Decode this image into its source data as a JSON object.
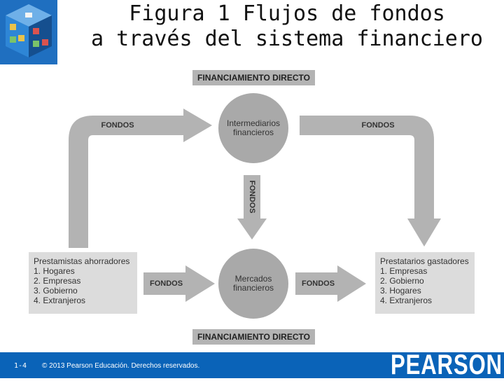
{
  "title": {
    "line1": "Figura 1  Flujos de fondos",
    "line2": "a través del sistema financiero"
  },
  "banners": {
    "top": "FINANCIAMIENTO DIRECTO",
    "bottom": "FINANCIAMIENTO DIRECTO"
  },
  "nodes": {
    "intermediarios": "Intermediarios financieros",
    "mercados": "Mercados financieros"
  },
  "arrow_labels": {
    "top_left": "FONDOS",
    "top_right": "FONDOS",
    "vertical": "FONDOS",
    "bottom_left": "FONDOS",
    "bottom_right": "FONDOS"
  },
  "lenders": {
    "heading": "Prestamistas ahorradores",
    "items": [
      "1. Hogares",
      "2. Empresas",
      "3. Gobierno",
      "4. Extranjeros"
    ]
  },
  "borrowers": {
    "heading": "Prestatarios gastadores",
    "items": [
      "1. Empresas",
      "2. Gobierno",
      "3. Hogares",
      "4. Extranjeros"
    ]
  },
  "footer": {
    "page": "1-4",
    "copyright": "© 2013 Pearson Educación. Derechos reservados.",
    "brand": "PEARSON"
  },
  "colors": {
    "footer_bg": "#0a63b8",
    "arrow": "#b3b3b3",
    "box": "#dcdcdc"
  },
  "icons": {
    "logo": "colorful-cube-logo-icon"
  }
}
